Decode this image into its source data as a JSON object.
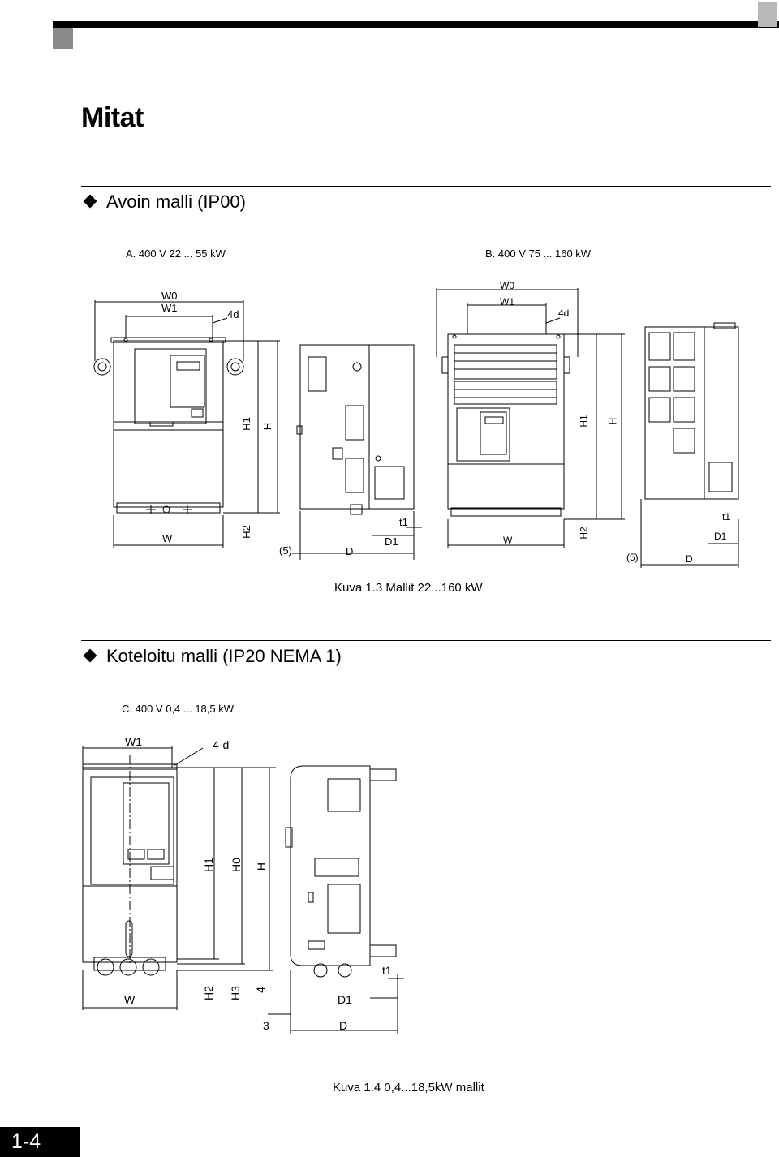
{
  "page": {
    "title": "Mitat",
    "page_number": "1-4"
  },
  "section_a": {
    "heading": "Avoin malli (IP00)",
    "sub_a": "A. 400 V 22 ... 55 kW",
    "sub_b": "B. 400 V  75 ... 160 kW",
    "caption": "Kuva 1.3  Mallit 22...160 kW",
    "dims_a": {
      "w0": "W0",
      "w1": "W1",
      "d4": "4d",
      "h1": "H1",
      "h": "H",
      "w": "W",
      "h2": "H2",
      "p5": "(5)",
      "d": "D",
      "d1": "D1",
      "t1": "t1"
    },
    "dims_b": {
      "w0": "W0",
      "w1": "W1",
      "d4": "4d",
      "h1": "H1",
      "h": "H",
      "w": "W",
      "h2": "H2",
      "p5": "(5)",
      "d": "D",
      "d1": "D1",
      "t1": "t1"
    }
  },
  "section_c": {
    "heading": "Koteloitu malli (IP20 NEMA 1)",
    "sub_c": "C. 400 V  0,4 ... 18,5 kW",
    "caption": "Kuva 1.4  0,4...18,5kW mallit",
    "dims": {
      "w1": "W1",
      "d4": "4-d",
      "h1": "H1",
      "h0": "H0",
      "h": "H",
      "w": "W",
      "h2": "H2",
      "h3": "H3",
      "four": "4",
      "t1": "t1",
      "d1": "D1",
      "three": "3",
      "d": "D"
    }
  },
  "colors": {
    "ink": "#000000",
    "gray_square": "#8a8a8a",
    "light_square": "#b8b8b8"
  }
}
